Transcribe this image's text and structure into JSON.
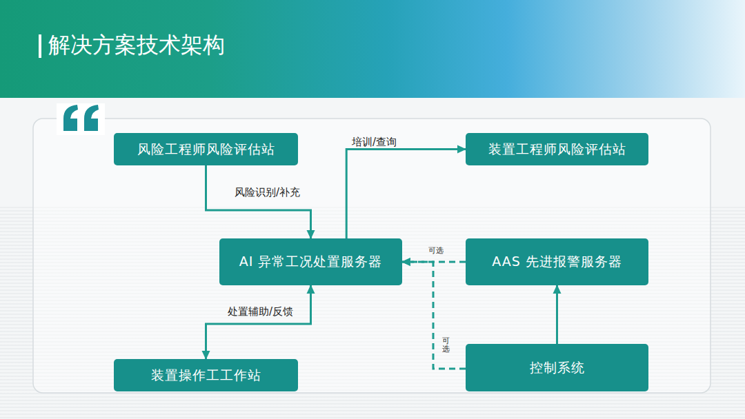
{
  "diagram": {
    "title": "解决方案技术架构",
    "nodes": [
      {
        "text": [
          "风险工程师风险评估站"
        ]
      },
      {
        "text": [
          "装置工程师风险评估站"
        ]
      },
      {
        "text": [
          "AI 异常工况处置服务器"
        ]
      },
      {
        "text": [
          "AAS 先进报警服务器"
        ]
      },
      {
        "text": [
          "装置操作工工作站"
        ]
      },
      {
        "text": [
          "控制系统"
        ]
      }
    ],
    "edges": [
      {
        "from": 0,
        "to": 2,
        "label": "风险识别/补充",
        "arrow": "to"
      },
      {
        "from": 2,
        "to": 1,
        "label": "培训/查询",
        "arrow": "to"
      },
      {
        "from": 3,
        "to": 2,
        "label": "可选",
        "arrow": "to"
      },
      {
        "from": 5,
        "to": 2,
        "label": "可选",
        "arrow": "to"
      },
      {
        "from": 2,
        "to": 4,
        "label": "处置辅助/反馈",
        "arrow": "both"
      },
      {
        "from": 5,
        "to": 3,
        "arrow": "to"
      }
    ]
  }
}
